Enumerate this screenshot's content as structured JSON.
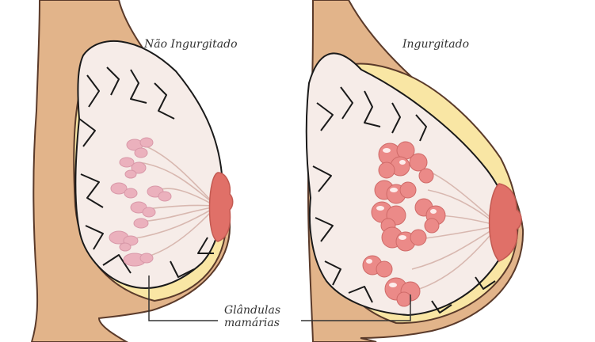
{
  "titles": {
    "left": "Não Ingurgitado",
    "right": "Ingurgitado"
  },
  "label": {
    "line1": "Glândulas",
    "line2": "mamárias"
  },
  "colors": {
    "background": "#ffffff",
    "skin": "#e2b48a",
    "skin_outline": "#5a3a2a",
    "fat": "#f9e6a4",
    "tissue": "#f6ece8",
    "ducts": "#d8b8b0",
    "gland_normal": "#ebb1bd",
    "gland_engorged": "#eb8a88",
    "nipple": "#e07068",
    "leader_line": "#333333"
  }
}
